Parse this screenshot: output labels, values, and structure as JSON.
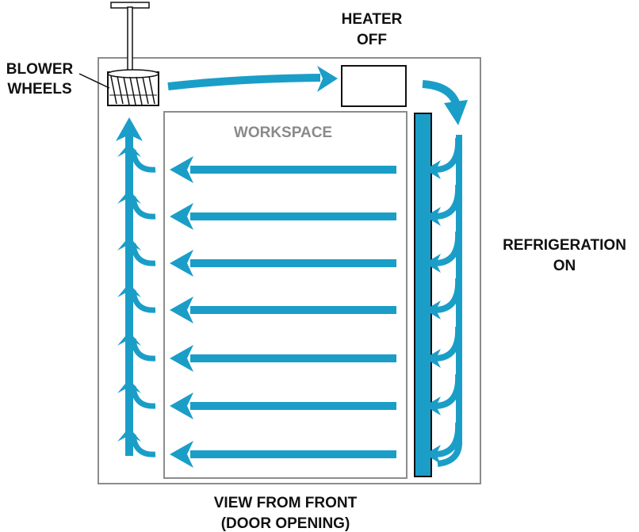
{
  "labels": {
    "blower_line1": "BLOWER",
    "blower_line2": "WHEELS",
    "heater_line1": "HEATER",
    "heater_line2": "OFF",
    "workspace": "WORKSPACE",
    "refrigeration_line1": "REFRIGERATION",
    "refrigeration_line2": "ON",
    "caption_line1": "VIEW FROM FRONT",
    "caption_line2": "(DOOR OPENING)"
  },
  "colors": {
    "airflow": "#1a9ec8",
    "coil": "#1a9ec8",
    "outline": "#8c8c8c",
    "text": "#111111",
    "workspace_text": "#8a8a8a"
  },
  "icons": {
    "blower": "blower-wheel-icon",
    "heater": "heater-box-icon",
    "coil": "refrigeration-coil-icon"
  }
}
